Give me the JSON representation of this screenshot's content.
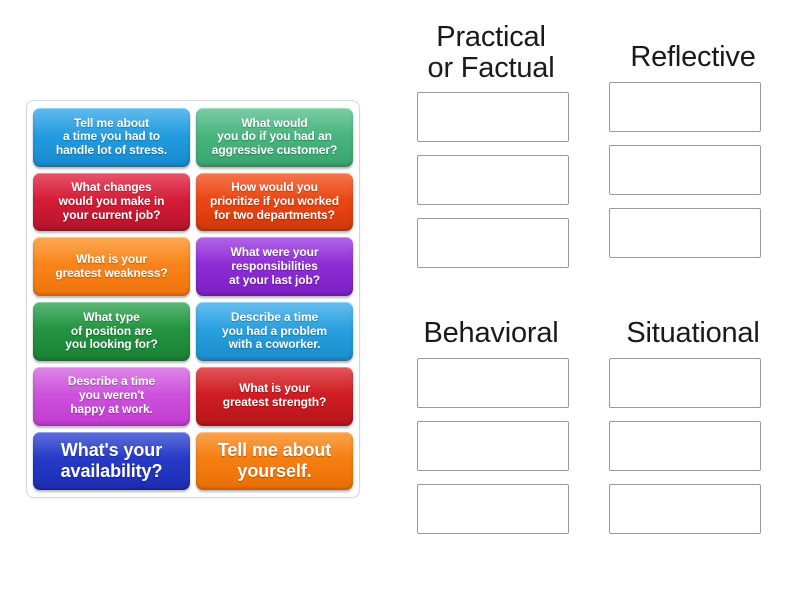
{
  "cards": [
    {
      "id": "card-stress",
      "text": "Tell me about\na time you had to\nhandle lot of stress.",
      "color": "#1f9ade",
      "theme": "c-blue",
      "size": "small"
    },
    {
      "id": "card-aggressive",
      "text": "What would\nyou do if you had an\naggressive customer?",
      "color": "#46b37c",
      "theme": "c-green",
      "size": "small"
    },
    {
      "id": "card-changes",
      "text": "What changes\nwould you make in\nyour current job?",
      "color": "#d11b35",
      "theme": "c-crimson",
      "size": "small"
    },
    {
      "id": "card-prioritize",
      "text": "How would you\nprioritize if you worked\nfor two departments?",
      "color": "#e84412",
      "theme": "c-orangered",
      "size": "small"
    },
    {
      "id": "card-weakness",
      "text": "What is your\ngreatest weakness?",
      "color": "#f8811a",
      "theme": "c-orange",
      "size": "small"
    },
    {
      "id": "card-responsibilities",
      "text": "What were your\nresponsibilities\nat your last job?",
      "color": "#8c2bd4",
      "theme": "c-purple",
      "size": "small"
    },
    {
      "id": "card-position-type",
      "text": "What type\nof position are\nyou looking for?",
      "color": "#22913f",
      "theme": "c-darkgreen",
      "size": "small"
    },
    {
      "id": "card-coworker",
      "text": "Describe a time\nyou had a problem\nwith a coworker.",
      "color": "#279ddc",
      "theme": "c-skyblue",
      "size": "small"
    },
    {
      "id": "card-unhappy",
      "text": "Describe a time\nyou weren't\nhappy at work.",
      "color": "#cb4fda",
      "theme": "c-orchid",
      "size": "small"
    },
    {
      "id": "card-strength",
      "text": "What is your\ngreatest strength?",
      "color": "#cc1c22",
      "theme": "c-red",
      "size": "small"
    },
    {
      "id": "card-availability",
      "text": "What's your\navailability?",
      "color": "#2438c4",
      "theme": "c-navy",
      "size": "big"
    },
    {
      "id": "card-about-yourself",
      "text": "Tell me about\nyourself.",
      "color": "#f47c10",
      "theme": "c-orange2",
      "size": "big"
    }
  ],
  "categories": [
    {
      "id": "practical-or-factual",
      "title": "Practical\nor Factual",
      "slots": 3
    },
    {
      "id": "reflective",
      "title": "Reflective",
      "slots": 3
    },
    {
      "id": "behavioral",
      "title": "Behavioral",
      "slots": 3
    },
    {
      "id": "situational",
      "title": "Situational",
      "slots": 3
    }
  ],
  "colors": {
    "page_background": "#ffffff",
    "tray_border": "#d8d8d8",
    "dropzone_border": "#9a9a9a",
    "title_text": "#1a1a1a",
    "card_text": "#ffffff"
  }
}
